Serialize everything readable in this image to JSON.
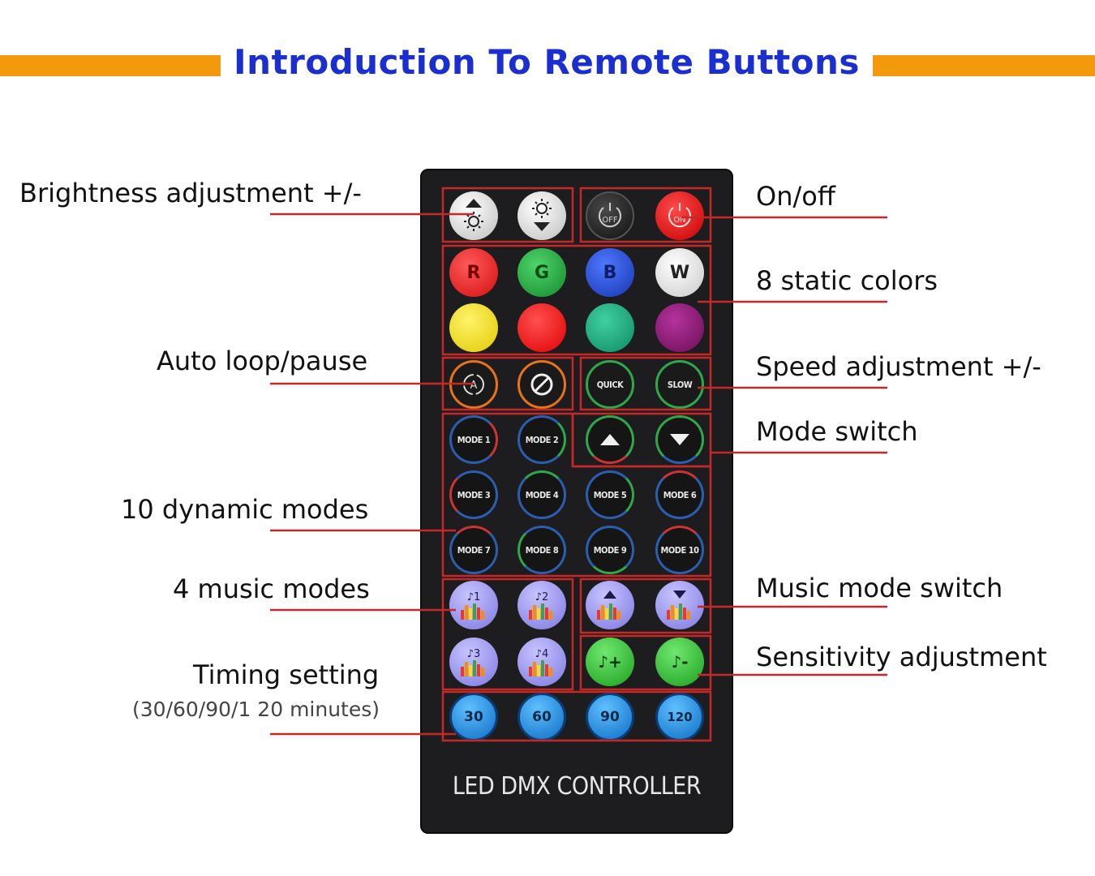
{
  "title": "Introduction To Remote Buttons",
  "labels": {
    "brightness": "Brightness adjustment +/-",
    "auto_loop": "Auto loop/pause",
    "dynamic_modes": "10 dynamic modes",
    "music_modes": "4 music modes",
    "timing": "Timing setting",
    "timing_sub": "(30/60/90/1 20 minutes)",
    "on_off": "On/off",
    "static_colors": "8 static colors",
    "speed": "Speed adjustment +/-",
    "mode_switch": "Mode switch",
    "music_switch": "Music mode switch",
    "sensitivity": "Sensitivity adjustment"
  },
  "remote": {
    "brand": "LED DMX CONTROLLER",
    "power": {
      "off": "OFF",
      "on": "ON"
    },
    "colors": [
      "R",
      "G",
      "B",
      "W"
    ],
    "speed": {
      "quick": "QUICK",
      "slow": "SLOW"
    },
    "modes": [
      "MODE 1",
      "MODE 2",
      "MODE 3",
      "MODE 4",
      "MODE 5",
      "MODE 6",
      "MODE 7",
      "MODE 8",
      "MODE 9",
      "MODE 10"
    ],
    "music": [
      "♪1",
      "♪2",
      "♪3",
      "♪4"
    ],
    "sensitivity": {
      "plus": "♪+",
      "minus": "♪-"
    },
    "timers": [
      "30",
      "60",
      "90",
      "120"
    ]
  },
  "colors": {
    "title": "#1b2fd0",
    "accent_bar": "#f29a0c",
    "leader_line": "#c62828",
    "red": "#e61e1e",
    "green": "#1e9e3a",
    "blue": "#1f47c8",
    "white": "#f0f0f0",
    "yellow": "#f2e10f",
    "bright_red": "#ff1a1a",
    "teal": "#16a47a",
    "purple": "#8a1670"
  }
}
